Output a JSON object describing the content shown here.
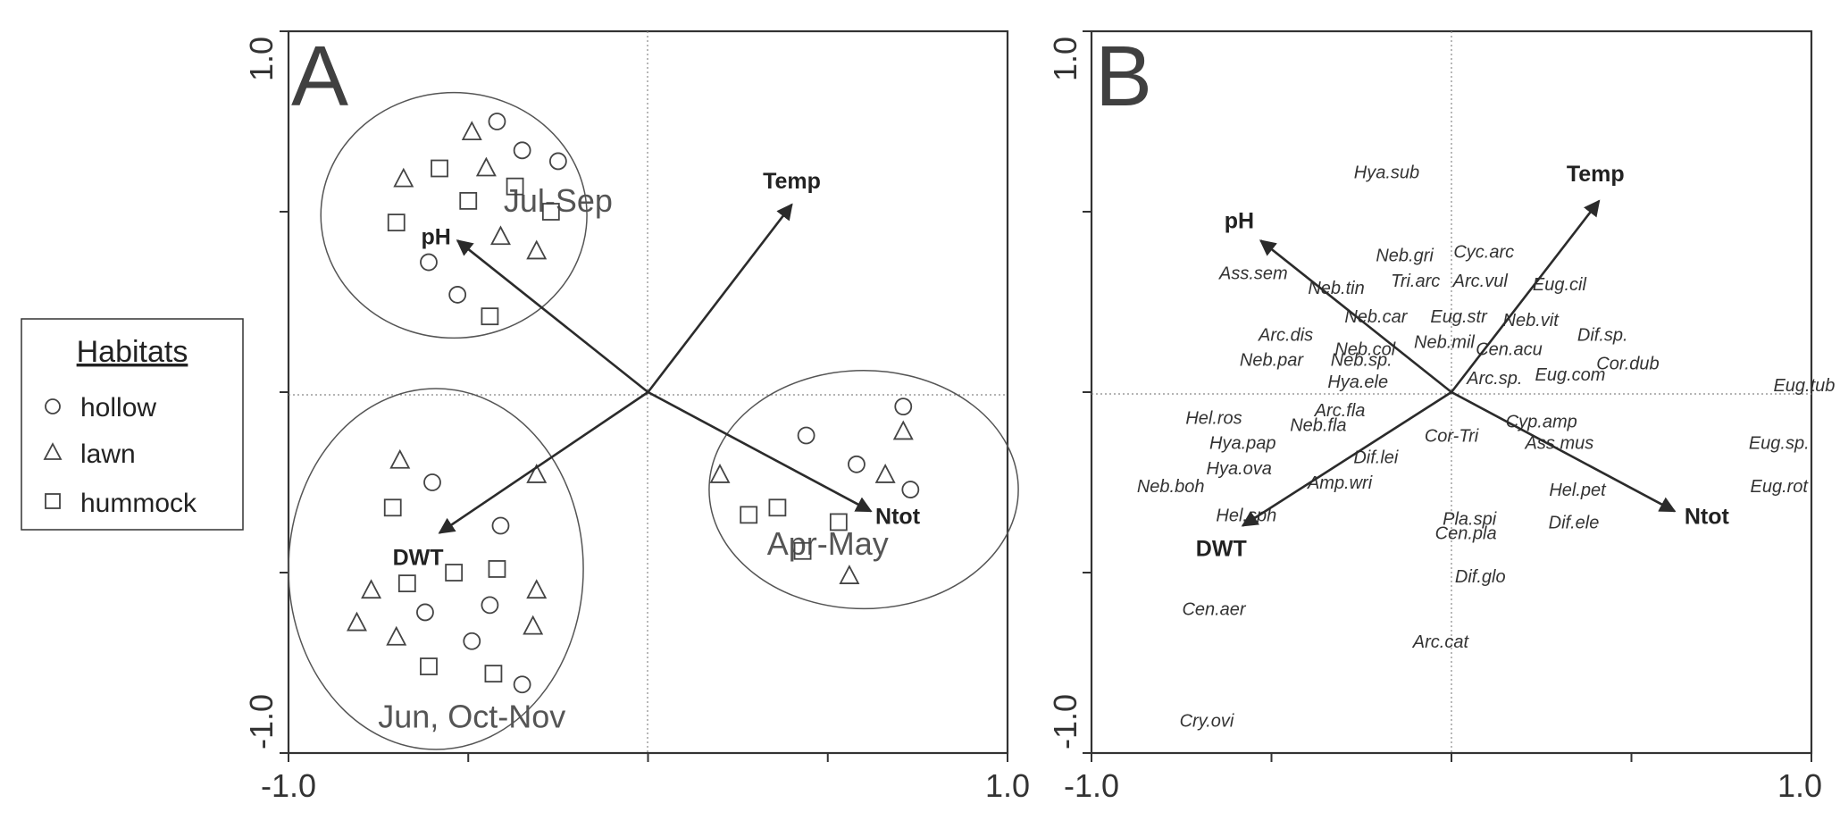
{
  "colors": {
    "frame": "#333333",
    "text": "#333333",
    "marker": "#444444",
    "ellipse": "#555555"
  },
  "legend": {
    "title": "Habitats",
    "items": [
      {
        "label": "hollow",
        "symbol": "circle"
      },
      {
        "label": "lawn",
        "symbol": "triangle"
      },
      {
        "label": "hummock",
        "symbol": "square"
      }
    ]
  },
  "chart_data": [
    {
      "type": "scatter",
      "panel": "A",
      "xlim": [
        -1.0,
        1.0
      ],
      "ylim": [
        -1.0,
        1.0
      ],
      "xticklabels": [
        "-1.0",
        "1.0"
      ],
      "yticklabels": [
        "-1.0",
        "1.0"
      ],
      "grid": false,
      "vectors": [
        {
          "label": "pH",
          "x": -0.53,
          "y": 0.42
        },
        {
          "label": "Temp",
          "x": 0.4,
          "y": 0.52
        },
        {
          "label": "DWT",
          "x": -0.58,
          "y": -0.39
        },
        {
          "label": "Ntot",
          "x": 0.62,
          "y": -0.33
        }
      ],
      "groups": [
        {
          "label": "Jul-Sep",
          "cx": -0.54,
          "cy": 0.49,
          "rx": 0.37,
          "ry": 0.34
        },
        {
          "label": "Apr-May",
          "cx": 0.6,
          "cy": -0.27,
          "rx": 0.43,
          "ry": 0.33
        },
        {
          "label": "Jun, Oct-Nov",
          "cx": -0.59,
          "cy": -0.49,
          "rx": 0.41,
          "ry": 0.5
        }
      ],
      "samples": [
        {
          "habitat": "hollow",
          "x": -0.42,
          "y": 0.75
        },
        {
          "habitat": "lawn",
          "x": -0.49,
          "y": 0.72
        },
        {
          "habitat": "hollow",
          "x": -0.35,
          "y": 0.67
        },
        {
          "habitat": "hollow",
          "x": -0.25,
          "y": 0.64
        },
        {
          "habitat": "lawn",
          "x": -0.68,
          "y": 0.59
        },
        {
          "habitat": "square",
          "x": -0.58,
          "y": 0.62
        },
        {
          "habitat": "lawn",
          "x": -0.45,
          "y": 0.62
        },
        {
          "habitat": "hummock",
          "x": -0.37,
          "y": 0.57
        },
        {
          "habitat": "hummock",
          "x": -0.5,
          "y": 0.53
        },
        {
          "habitat": "hummock",
          "x": -0.27,
          "y": 0.5
        },
        {
          "habitat": "hummock",
          "x": -0.7,
          "y": 0.47
        },
        {
          "habitat": "lawn",
          "x": -0.41,
          "y": 0.43
        },
        {
          "habitat": "lawn",
          "x": -0.31,
          "y": 0.39
        },
        {
          "habitat": "hollow",
          "x": -0.61,
          "y": 0.36
        },
        {
          "habitat": "hollow",
          "x": -0.53,
          "y": 0.27
        },
        {
          "habitat": "hummock",
          "x": -0.44,
          "y": 0.21
        },
        {
          "habitat": "hollow",
          "x": 0.71,
          "y": -0.04
        },
        {
          "habitat": "lawn",
          "x": 0.71,
          "y": -0.11
        },
        {
          "habitat": "hollow",
          "x": 0.44,
          "y": -0.12
        },
        {
          "habitat": "hollow",
          "x": 0.58,
          "y": -0.2
        },
        {
          "habitat": "lawn",
          "x": 0.66,
          "y": -0.23
        },
        {
          "habitat": "lawn",
          "x": -0.31,
          "y": -0.23
        },
        {
          "habitat": "hollow",
          "x": 0.73,
          "y": -0.27
        },
        {
          "habitat": "lawn",
          "x": 0.2,
          "y": -0.23
        },
        {
          "habitat": "hummock",
          "x": 0.36,
          "y": -0.32
        },
        {
          "habitat": "hummock",
          "x": 0.28,
          "y": -0.34
        },
        {
          "habitat": "hummock",
          "x": 0.53,
          "y": -0.36
        },
        {
          "habitat": "hummock",
          "x": 0.43,
          "y": -0.44
        },
        {
          "habitat": "lawn",
          "x": 0.56,
          "y": -0.51
        },
        {
          "habitat": "lawn",
          "x": -0.69,
          "y": -0.19
        },
        {
          "habitat": "hollow",
          "x": -0.6,
          "y": -0.25
        },
        {
          "habitat": "hummock",
          "x": -0.71,
          "y": -0.32
        },
        {
          "habitat": "hollow",
          "x": -0.41,
          "y": -0.37
        },
        {
          "habitat": "hummock",
          "x": -0.42,
          "y": -0.49
        },
        {
          "habitat": "hummock",
          "x": -0.54,
          "y": -0.5
        },
        {
          "habitat": "hummock",
          "x": -0.67,
          "y": -0.53
        },
        {
          "habitat": "lawn",
          "x": -0.77,
          "y": -0.55
        },
        {
          "habitat": "lawn",
          "x": -0.31,
          "y": -0.55
        },
        {
          "habitat": "hollow",
          "x": -0.44,
          "y": -0.59
        },
        {
          "habitat": "hollow",
          "x": -0.62,
          "y": -0.61
        },
        {
          "habitat": "lawn",
          "x": -0.81,
          "y": -0.64
        },
        {
          "habitat": "lawn",
          "x": -0.32,
          "y": -0.65
        },
        {
          "habitat": "lawn",
          "x": -0.7,
          "y": -0.68
        },
        {
          "habitat": "hollow",
          "x": -0.49,
          "y": -0.69
        },
        {
          "habitat": "hummock",
          "x": -0.61,
          "y": -0.76
        },
        {
          "habitat": "hummock",
          "x": -0.43,
          "y": -0.78
        },
        {
          "habitat": "hollow",
          "x": -0.35,
          "y": -0.81
        }
      ]
    },
    {
      "type": "scatter",
      "panel": "B",
      "xlim": [
        -1.0,
        1.0
      ],
      "ylim": [
        -1.0,
        1.0
      ],
      "xticklabels": [
        "-1.0",
        "1.0"
      ],
      "yticklabels": [
        "-1.0",
        "1.0"
      ],
      "grid": false,
      "vectors": [
        {
          "label": "pH",
          "x": -0.53,
          "y": 0.42
        },
        {
          "label": "Temp",
          "x": 0.41,
          "y": 0.53
        },
        {
          "label": "DWT",
          "x": -0.58,
          "y": -0.37
        },
        {
          "label": "Ntot",
          "x": 0.62,
          "y": -0.33
        }
      ],
      "species": [
        {
          "label": "Hya.sub",
          "x": -0.18,
          "y": 0.61
        },
        {
          "label": "Neb.gri",
          "x": -0.13,
          "y": 0.38
        },
        {
          "label": "Cyc.arc",
          "x": 0.09,
          "y": 0.39
        },
        {
          "label": "Ass.sem",
          "x": -0.55,
          "y": 0.33
        },
        {
          "label": "Neb.tin",
          "x": -0.32,
          "y": 0.29
        },
        {
          "label": "Tri.arc",
          "x": -0.1,
          "y": 0.31
        },
        {
          "label": "Arc.vul",
          "x": 0.08,
          "y": 0.31
        },
        {
          "label": "Eug.cil",
          "x": 0.3,
          "y": 0.3
        },
        {
          "label": "Neb.car",
          "x": -0.21,
          "y": 0.21
        },
        {
          "label": "Eug.str",
          "x": 0.02,
          "y": 0.21
        },
        {
          "label": "Neb.vit",
          "x": 0.22,
          "y": 0.2
        },
        {
          "label": "Dif.sp.",
          "x": 0.42,
          "y": 0.16
        },
        {
          "label": "Arc.dis",
          "x": -0.46,
          "y": 0.16
        },
        {
          "label": "Neb.mil",
          "x": -0.02,
          "y": 0.14
        },
        {
          "label": "Neb.col",
          "x": -0.24,
          "y": 0.12
        },
        {
          "label": "Cen.acu",
          "x": 0.16,
          "y": 0.12
        },
        {
          "label": "Cor.dub",
          "x": 0.49,
          "y": 0.08
        },
        {
          "label": "Neb.par",
          "x": -0.5,
          "y": 0.09
        },
        {
          "label": "Neb.sp.",
          "x": -0.25,
          "y": 0.09
        },
        {
          "label": "Arc.sp.",
          "x": 0.12,
          "y": 0.04
        },
        {
          "label": "Eug.com",
          "x": 0.33,
          "y": 0.05
        },
        {
          "label": "Eug.tub",
          "x": 0.98,
          "y": 0.02
        },
        {
          "label": "Hya.ele",
          "x": -0.26,
          "y": 0.03
        },
        {
          "label": "Arc.fla",
          "x": -0.31,
          "y": -0.05
        },
        {
          "label": "Hel.ros",
          "x": -0.66,
          "y": -0.07
        },
        {
          "label": "Neb.fla",
          "x": -0.37,
          "y": -0.09
        },
        {
          "label": "Cyp.amp",
          "x": 0.25,
          "y": -0.08
        },
        {
          "label": "Cor-Tri",
          "x": 0.0,
          "y": -0.12
        },
        {
          "label": "Hya.pap",
          "x": -0.58,
          "y": -0.14
        },
        {
          "label": "Ass.mus",
          "x": 0.3,
          "y": -0.14
        },
        {
          "label": "Eug.sp.",
          "x": 0.91,
          "y": -0.14
        },
        {
          "label": "Dif.lei",
          "x": -0.21,
          "y": -0.18
        },
        {
          "label": "Hya.ova",
          "x": -0.59,
          "y": -0.21
        },
        {
          "label": "Amp.wri",
          "x": -0.31,
          "y": -0.25
        },
        {
          "label": "Neb.boh",
          "x": -0.78,
          "y": -0.26
        },
        {
          "label": "Eug.rot",
          "x": 0.91,
          "y": -0.26
        },
        {
          "label": "Hel.pet",
          "x": 0.35,
          "y": -0.27
        },
        {
          "label": "Hel.sph",
          "x": -0.57,
          "y": -0.34
        },
        {
          "label": "Pla.spi",
          "x": 0.05,
          "y": -0.35
        },
        {
          "label": "Dif.ele",
          "x": 0.34,
          "y": -0.36
        },
        {
          "label": "Cen.pla",
          "x": 0.04,
          "y": -0.39
        },
        {
          "label": "Dif.glo",
          "x": 0.08,
          "y": -0.51
        },
        {
          "label": "Cen.aer",
          "x": -0.66,
          "y": -0.6
        },
        {
          "label": "Arc.cat",
          "x": -0.03,
          "y": -0.69
        },
        {
          "label": "Cry.ovi",
          "x": -0.68,
          "y": -0.91
        }
      ]
    }
  ],
  "panels": {
    "A": {
      "letter": "A",
      "group_labels": [
        "Jul-Sep",
        "Apr-May",
        "Jun, Oct-Nov"
      ]
    },
    "B": {
      "letter": "B"
    }
  },
  "axis_text": {
    "min": "-1.0",
    "max": "1.0"
  }
}
